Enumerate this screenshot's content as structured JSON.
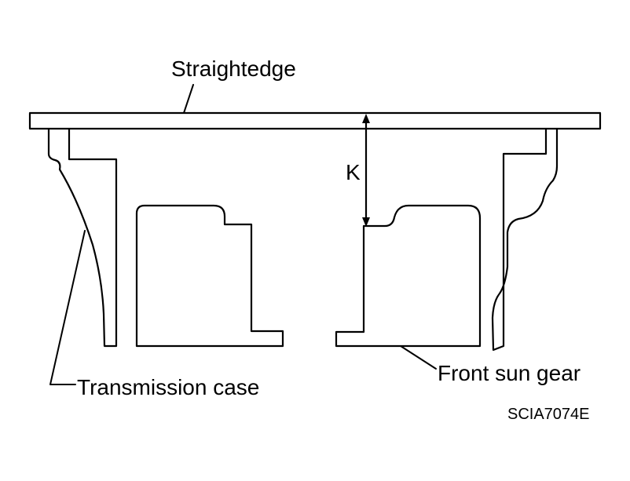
{
  "labels": {
    "straightedge": "Straightedge",
    "dimension": "K",
    "transmission_case": "Transmission case",
    "front_sun_gear": "Front sun gear",
    "figure_code": "SCIA7074E"
  },
  "colors": {
    "line": "#000000",
    "background": "#ffffff"
  }
}
